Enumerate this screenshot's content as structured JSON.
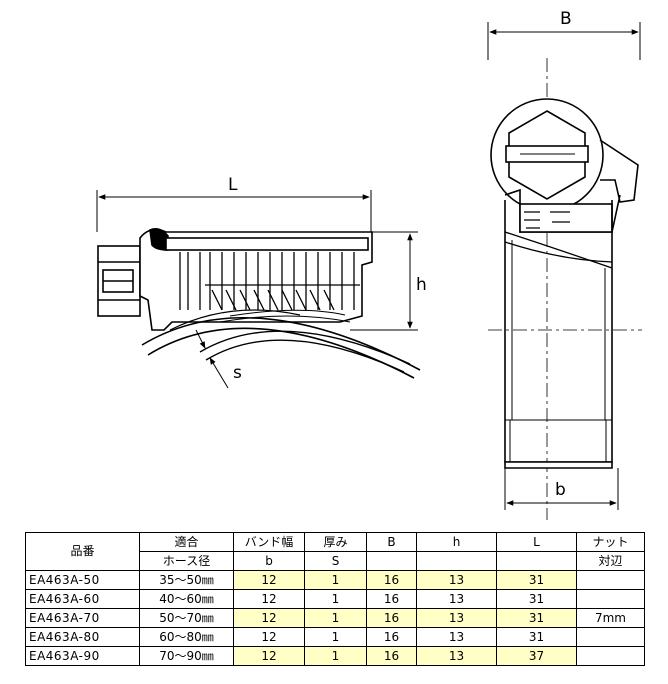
{
  "drawing": {
    "labels": {
      "L": "L",
      "h": "h",
      "s": "s",
      "B": "B",
      "b": "b"
    }
  },
  "table": {
    "header_row1": [
      "品番",
      "適合",
      "バンド幅",
      "厚み",
      "B",
      "h",
      "L",
      "ナット"
    ],
    "header_row2": [
      "ホース径",
      "b",
      "S",
      "対辺"
    ],
    "rows": [
      [
        "EA463A-50",
        "35～50㎜",
        "12",
        "1",
        "16",
        "13",
        "31"
      ],
      [
        "EA463A-60",
        "40～60㎜",
        "12",
        "1",
        "16",
        "13",
        "31"
      ],
      [
        "EA463A-70",
        "50～70㎜",
        "12",
        "1",
        "16",
        "13",
        "31"
      ],
      [
        "EA463A-80",
        "60～80㎜",
        "12",
        "1",
        "16",
        "13",
        "31"
      ],
      [
        "EA463A-90",
        "70～90㎜",
        "12",
        "1",
        "16",
        "13",
        "37"
      ]
    ],
    "nut_value": "7mm",
    "highlight_color": "#ffffc6"
  }
}
